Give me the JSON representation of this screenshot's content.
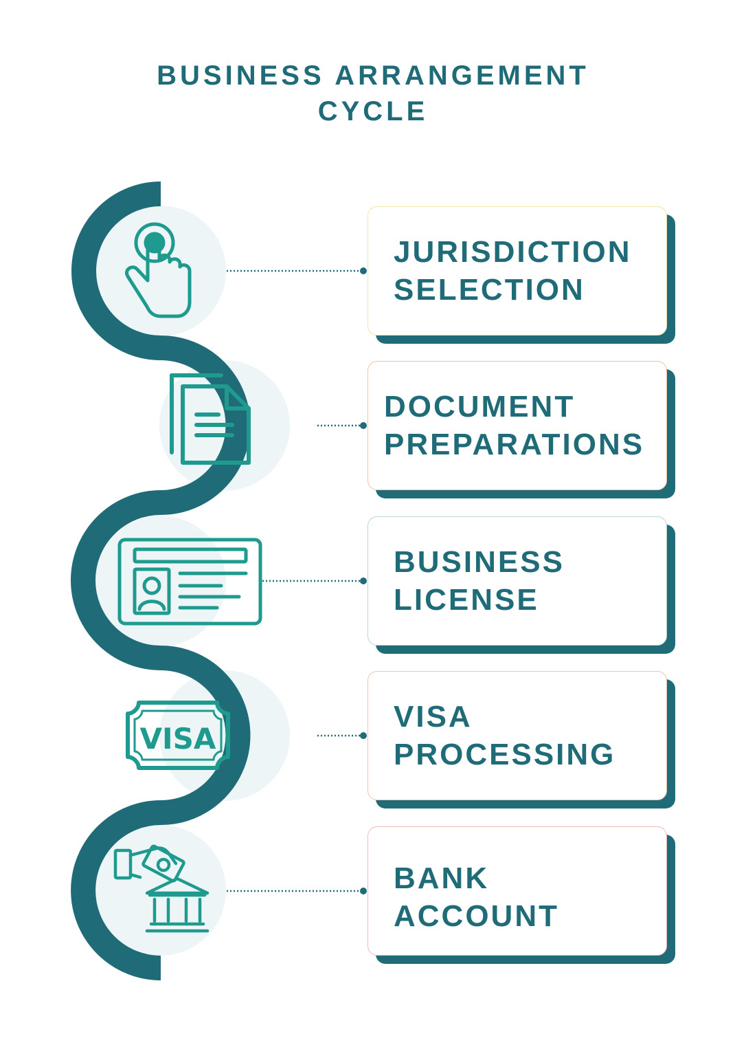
{
  "title": {
    "line1": "BUSINESS ARRANGEMENT",
    "line2": "CYCLE"
  },
  "steps": [
    {
      "line1": "JURISDICTION",
      "line2": "SELECTION",
      "icon": "pointing-hand-icon",
      "border": "#f3e6a6"
    },
    {
      "line1": "DOCUMENT",
      "line2": "PREPARATIONS",
      "icon": "document-icon",
      "border": "#f4c2a4"
    },
    {
      "line1": "BUSINESS",
      "line2": "LICENSE",
      "icon": "id-card-icon",
      "border": "#b9d6cf"
    },
    {
      "line1": "VISA",
      "line2": "PROCESSING",
      "icon": "visa-icon",
      "border": "#f0c4ad"
    },
    {
      "line1": "BANK",
      "line2": "ACCOUNT",
      "icon": "bank-deposit-icon",
      "border": "#f3b9b9"
    }
  ],
  "colors": {
    "primary": "#1f6b78",
    "icon": "#1e9a8e",
    "circle_bg": "#eef5f7"
  }
}
